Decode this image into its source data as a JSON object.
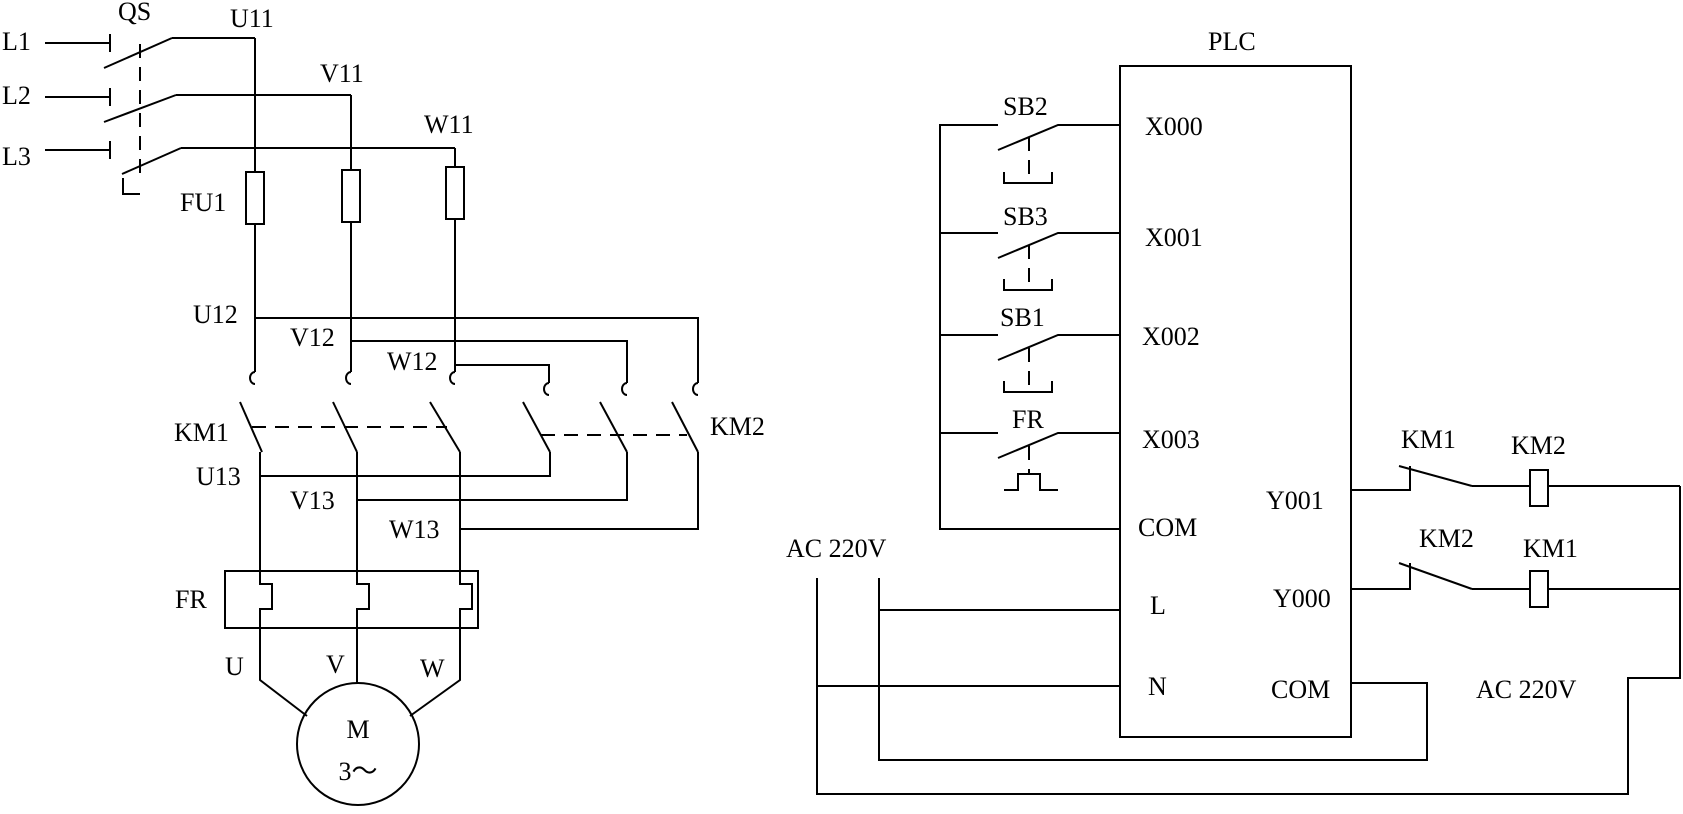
{
  "main_circuit": {
    "lines": [
      "L1",
      "L2",
      "L3"
    ],
    "switch": "QS",
    "nodes_1": [
      "U11",
      "V11",
      "W11"
    ],
    "fuse": "FU1",
    "nodes_2": [
      "U12",
      "V12",
      "W12"
    ],
    "contactor_1": "KM1",
    "contactor_2": "KM2",
    "nodes_3": [
      "U13",
      "V13",
      "W13"
    ],
    "overload": "FR",
    "motor_terminals": [
      "U",
      "V",
      "W"
    ],
    "motor_label": "M",
    "motor_phase": "3～"
  },
  "plc": {
    "title": "PLC",
    "inputs": [
      {
        "switch": "SB2",
        "terminal": "X000"
      },
      {
        "switch": "SB3",
        "terminal": "X001"
      },
      {
        "switch": "SB1",
        "terminal": "X002"
      },
      {
        "switch": "FR",
        "terminal": "X003"
      }
    ],
    "input_common": "COM",
    "power_l": "L",
    "power_n": "N",
    "outputs": [
      {
        "terminal": "Y001",
        "interlock": "KM1",
        "coil": "KM2"
      },
      {
        "terminal": "Y000",
        "interlock": "KM2",
        "coil": "KM1"
      }
    ],
    "output_common": "COM",
    "supply_left": "AC 220V",
    "supply_right": "AC 220V"
  }
}
